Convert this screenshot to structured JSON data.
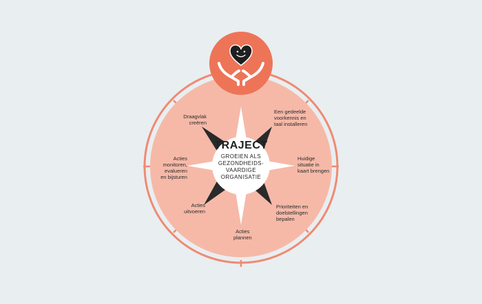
{
  "colors": {
    "background": "#e9eef1",
    "outer_ring": "#ef8a72",
    "inner_disc": "#f6b9a8",
    "badge": "#ee7458",
    "star": "#ffffff",
    "star_shadow": "#2a2a2a",
    "text": "#2b2b2b"
  },
  "badge": {
    "icon": "heart-in-hands-icon"
  },
  "center": {
    "title": "TRAJECT",
    "subtitle": "GROEIEN ALS\nGEZONDHEIDS-\nVAARDIGE\nORGANISATIE"
  },
  "steps": [
    {
      "label": "Een gedeelde\nvoorkennis en\ntaal installeren"
    },
    {
      "label": "Huidige\nsituatie in\nkaart brengen"
    },
    {
      "label": "Prioriteiten en\ndoelstellingen\nbepalen"
    },
    {
      "label": "Acties\nplannen"
    },
    {
      "label": "Acties\nuitvoeren"
    },
    {
      "label": "Acties\nmonitoren,\nevalueren\nen bijsturen"
    },
    {
      "label": "Draagvlak\ncreëren"
    }
  ]
}
